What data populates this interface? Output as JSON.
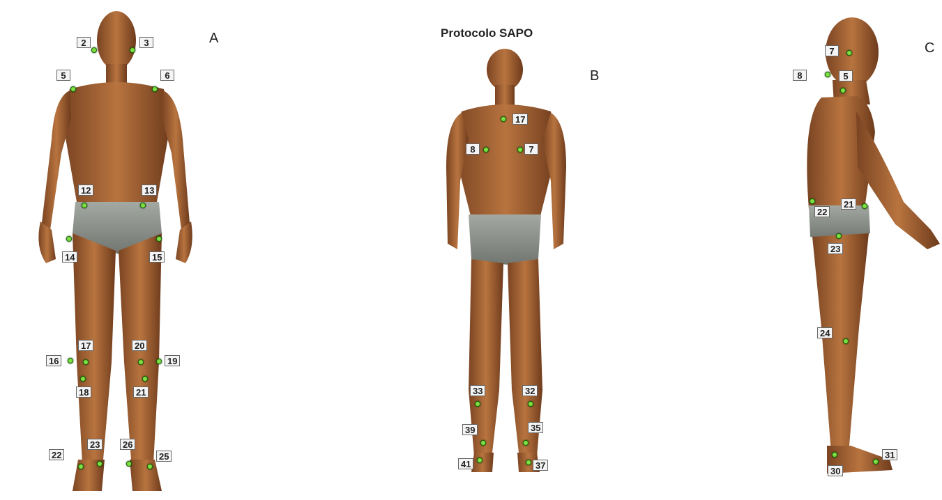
{
  "title": "Protocolo SAPO",
  "colors": {
    "skin": "#a8683a",
    "skin_dark": "#6d3d1d",
    "underwear": "#8a8e88",
    "marker": "#7ee043",
    "label_bg": "#f4f4f4"
  },
  "panels": {
    "A": {
      "letter": "A",
      "points": [
        {
          "id": "2",
          "label": "2"
        },
        {
          "id": "3",
          "label": "3"
        },
        {
          "id": "5",
          "label": "5"
        },
        {
          "id": "6",
          "label": "6"
        },
        {
          "id": "12",
          "label": "12"
        },
        {
          "id": "13",
          "label": "13"
        },
        {
          "id": "14",
          "label": "14"
        },
        {
          "id": "15",
          "label": "15"
        },
        {
          "id": "16",
          "label": "16"
        },
        {
          "id": "17",
          "label": "17"
        },
        {
          "id": "18",
          "label": "18"
        },
        {
          "id": "19",
          "label": "19"
        },
        {
          "id": "20",
          "label": "20"
        },
        {
          "id": "21",
          "label": "21"
        },
        {
          "id": "22",
          "label": "22"
        },
        {
          "id": "23",
          "label": "23"
        },
        {
          "id": "25",
          "label": "25"
        },
        {
          "id": "26",
          "label": "26"
        }
      ]
    },
    "B": {
      "letter": "B",
      "points": [
        {
          "id": "17",
          "label": "17"
        },
        {
          "id": "8",
          "label": "8"
        },
        {
          "id": "7",
          "label": "7"
        },
        {
          "id": "33",
          "label": "33"
        },
        {
          "id": "32",
          "label": "32"
        },
        {
          "id": "39",
          "label": "39"
        },
        {
          "id": "35",
          "label": "35"
        },
        {
          "id": "41",
          "label": "41"
        },
        {
          "id": "37",
          "label": "37"
        }
      ]
    },
    "C": {
      "letter": "C",
      "points": [
        {
          "id": "7",
          "label": "7"
        },
        {
          "id": "8",
          "label": "8"
        },
        {
          "id": "5",
          "label": "5"
        },
        {
          "id": "22",
          "label": "22"
        },
        {
          "id": "21",
          "label": "21"
        },
        {
          "id": "23",
          "label": "23"
        },
        {
          "id": "24",
          "label": "24"
        },
        {
          "id": "31",
          "label": "31"
        },
        {
          "id": "30",
          "label": "30"
        }
      ]
    }
  }
}
